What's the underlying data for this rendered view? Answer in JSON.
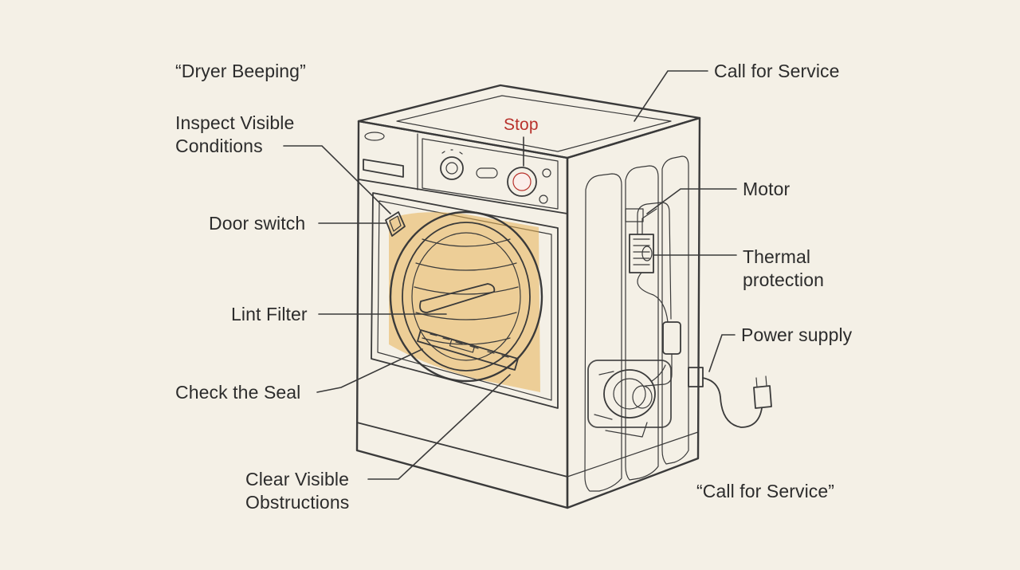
{
  "colors": {
    "background": "#f4f0e6",
    "ink": "#3a3a3a",
    "stop_red": "#b8322c",
    "seal_orange": "#e8b255"
  },
  "labels": {
    "dryer_beeping": "“Dryer Beeping”",
    "inspect_line1": "Inspect Visible",
    "inspect_line2": "Conditions",
    "door_switch": "Door switch",
    "lint_filter": "Lint Filter",
    "check_seal": "Check the Seal",
    "clear_line1": "Clear Visible",
    "clear_line2": "Obstructions",
    "call_service_top": "Call for Service",
    "stop": "Stop",
    "motor": "Motor",
    "thermal_line1": "Thermal",
    "thermal_line2": "protection",
    "power_supply": "Power supply",
    "call_service_bottom": "“Call for Service”"
  }
}
